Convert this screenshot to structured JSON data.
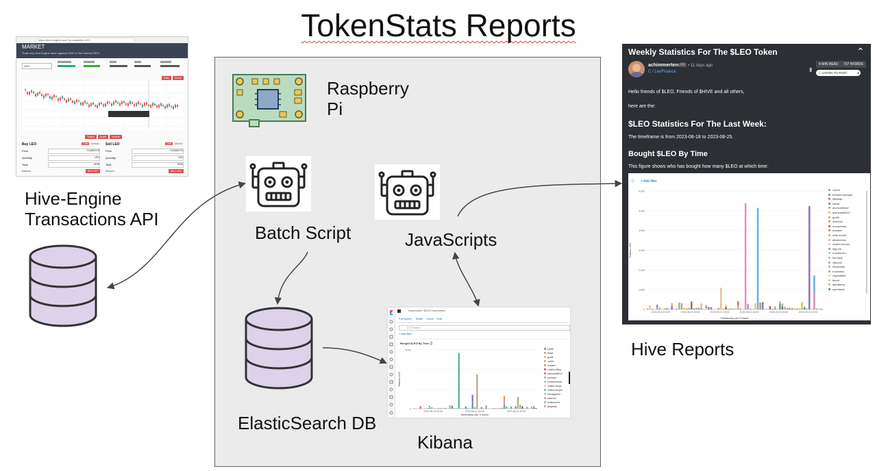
{
  "title": "TokenStats Reports",
  "labels": {
    "hive_engine": [
      "Hive-Engine",
      "Transactions API"
    ],
    "raspberry_pi": [
      "Raspberry",
      "Pi"
    ],
    "batch_script": "Batch Script",
    "javascripts": "JavaScripts",
    "elasticsearch": "ElasticSearch DB",
    "kibana": "Kibana",
    "hive_reports": "Hive Reports"
  },
  "market_screenshot": {
    "url": "https://hive-engine.com/?p=market&t=LEO",
    "heading": "MARKET",
    "subheading": "Trade any Hive-Engine token against HIVE on the internal DEX!",
    "token_field": "LEO",
    "buy_title": "Buy LEO",
    "sell_title": "Sell LEO",
    "field_labels": [
      "Price",
      "Quantity",
      "Total"
    ],
    "price_value": "0.04352173",
    "qty_unit": "LEO",
    "total_unit": "HIVE",
    "order_tabs": [
      "Limit",
      "Market"
    ],
    "balance_label": "Balance:",
    "buy_button": "BUY LEO",
    "sell_button": "SELL LEO",
    "chart_buttons": [
      "Daily",
      "Hourly"
    ],
    "mid_buttons": [
      "Trades",
      "Depth",
      "Volume"
    ]
  },
  "hive_post": {
    "title": "Weekly Statistics For The $LEO Token",
    "author": "achimmertens",
    "reputation": "69",
    "age": "• 11 days ago",
    "community": "C / LeoFinance",
    "read_time": "4 MIN READ",
    "words": "737 WORDS",
    "listen": "LISTEN TO POST",
    "greeting": "Hello friends of $LEO, Friends of $HIVE and all others,",
    "intro": "here are the:",
    "heading1": "$LEO Statistics For The Last Week:",
    "timeframe": "The timeframe is from 2023-08-18 to 2023-08-25.",
    "heading2": "Bought $LEO By Time",
    "figure_text": "This figure shows who has bought how many $LEO at which time:",
    "add_filter": "+ Add filter",
    "y_axis_label": "Tokens LEO",
    "x_axis_label": "Timestamp per 3 hours",
    "y_ticks": [
      "0",
      "1,000",
      "2,000",
      "3,000",
      "4,000",
      "5,000",
      "6,000"
    ],
    "x_ticks": [
      "2023-08-18 00:00",
      "2023-08-20 00:00",
      "2023-08-21 00:00",
      "2023-08-22 00:00",
      "2023-08-23 00:00",
      "2023-08-24 00:00"
    ],
    "legend": [
      "cudoit",
      "freedom.prepper",
      "lifeswap",
      "kamik",
      "atomcollector",
      "alamcantik012",
      "goofit",
      "ofeklove",
      "ecorporatry",
      "leotaker",
      "mak.runner",
      "alicobchow",
      "mazkin-tempo",
      "digi-me",
      "onealfa.leo",
      "leo.bank",
      "xdkumo",
      "elicubman",
      "trucimess",
      "cryptotaker",
      "feerrit",
      "alphaberg",
      "speedwax"
    ]
  },
  "kibana": {
    "breadcrumb": "Dashboard / $LEO Dashboard",
    "menu": [
      "Full screen",
      "Share",
      "Clone",
      "Edit"
    ],
    "search_placeholder": "Search",
    "add_filter": "+ Add filter",
    "panel_title": "Bought $LEO By Time ⓘ",
    "x_axis_label": "timestamp per 3 hours",
    "y_axis_label": "Tokens LEO",
    "legend": [
      "kamik",
      "linear",
      "goofit",
      "cudoit",
      "leotaker",
      "mazkin-tiblog",
      "alamcantik012",
      "premium",
      "evenmorehive",
      "master-lamps",
      "meteorcreeper",
      "themogobler",
      "kibanner",
      "teatimemine",
      "jimgasion"
    ]
  }
}
